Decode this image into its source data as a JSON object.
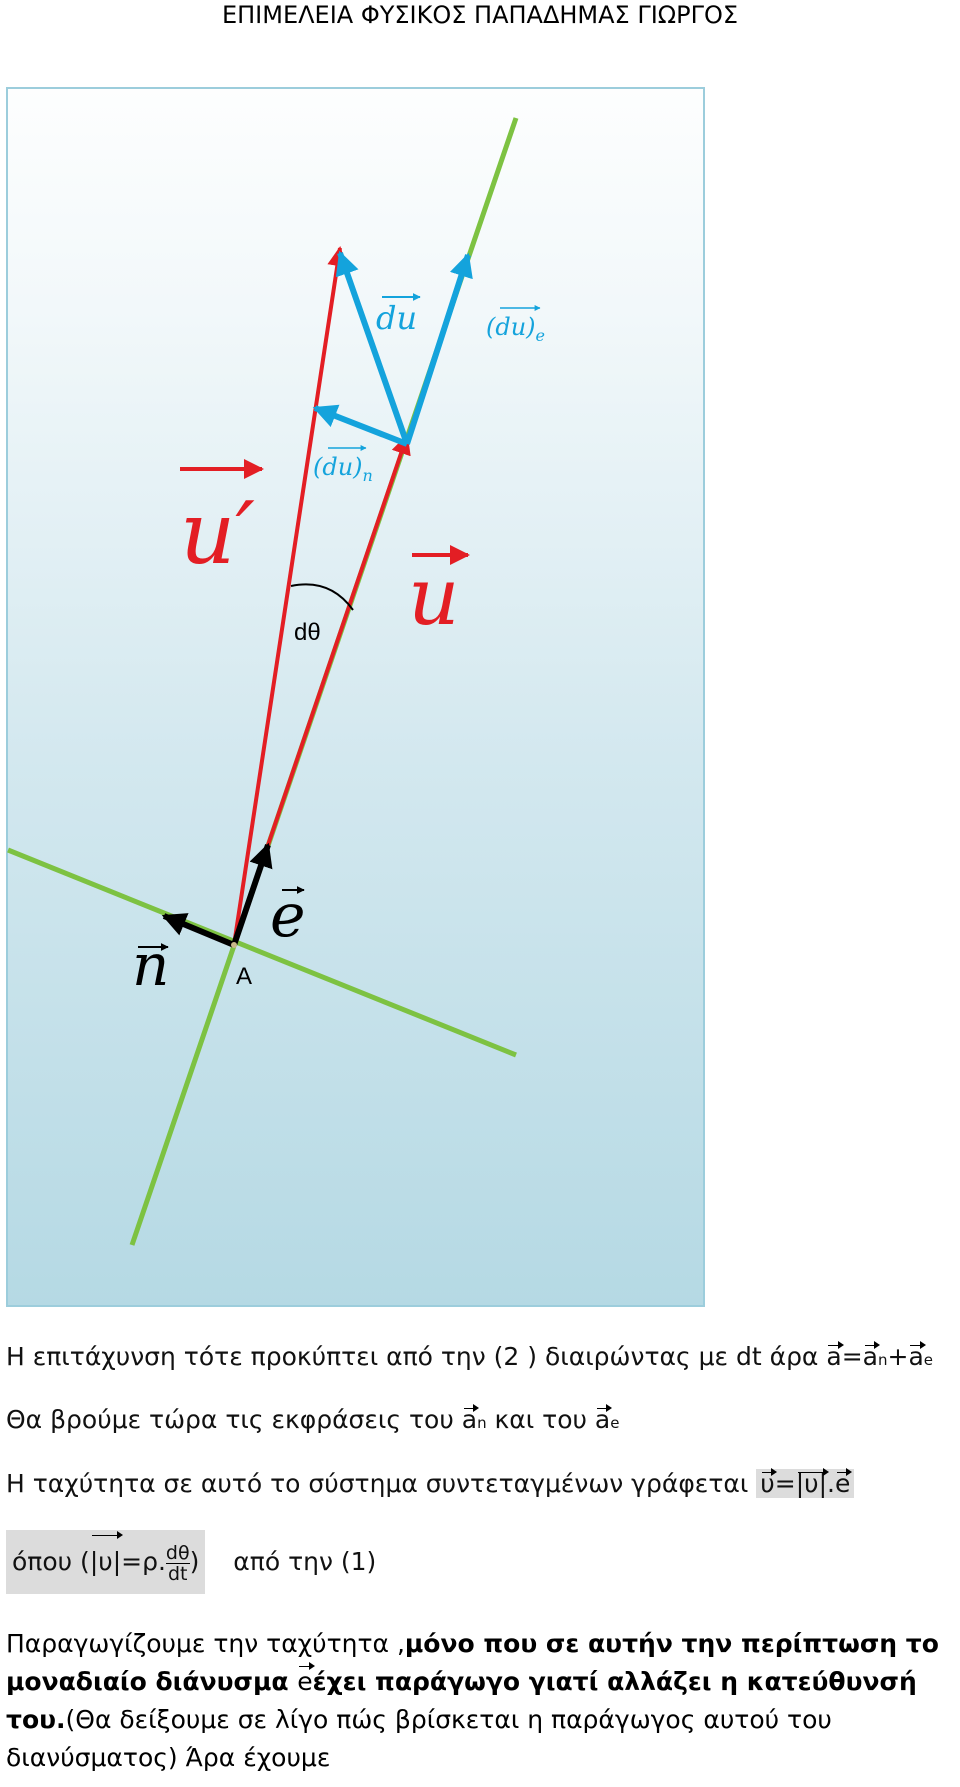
{
  "header": {
    "author": "ΕΠΙΜΕΛΕΙΑ ΦΥΣΙΚΟΣ  ΠΑΠΑΔΗΜΑΣ ΓΙΩΡΓΟΣ"
  },
  "diagram": {
    "colors": {
      "red": "#e31e24",
      "blue": "#14a3dc",
      "green": "#7dc242",
      "black": "#000000"
    },
    "labels": {
      "u_prime": "u′",
      "u": "u",
      "du": "du",
      "du_n": "(du)",
      "du_n_sub": "n",
      "du_e": "(du)",
      "du_e_sub": "e",
      "dtheta": "dθ",
      "e": "e",
      "n": "n",
      "A": "A"
    }
  },
  "text": {
    "line1_pre": "Η  επιτάχυνση τότε προκύπτει από την (2 ) διαιρώντας με dt  άρα ",
    "line1_a": "a",
    "line1_eq": "=",
    "line1_an": "a",
    "line1_n": "n",
    "line1_plus": "+",
    "line1_ae": "a",
    "line1_e": "e",
    "line2_pre": "Θα  βρούμε τώρα τις εκφράσεις του  ",
    "line2_an": "a",
    "line2_n": "n",
    "line2_mid": " και του ",
    "line2_ae": "a",
    "line2_e": "e",
    "line3_pre": "Η ταχύτητα σε αυτό το σύστημα συντεταγμένων γράφεται ",
    "line3_u": "υ",
    "line3_eq": "=",
    "line3_abs": "|υ|",
    "line3_dot": ".",
    "line3_e": "e",
    "line4_pre": "όπου (",
    "line4_abs": "|υ|",
    "line4_eq": "=ρ.",
    "line4_num": "dθ",
    "line4_den": "dt",
    "line4_close": ")",
    "line4_post": "από την (1)",
    "para_normal1": "Παραγωγίζουμε την ταχύτητα ,",
    "para_bold1": "μόνο που σε αυτήν την περίπτωση το μοναδιαίο διάνυσμα ",
    "para_e": "e",
    "para_bold2": "έχει παράγωγο γιατί αλλάζει η κατεύθυνσή του.",
    "para_normal2": "(Θα δείξουμε σε λίγο πώς βρίσκεται η παράγωγος αυτού του διανύσματος) Άρα έχουμε"
  }
}
